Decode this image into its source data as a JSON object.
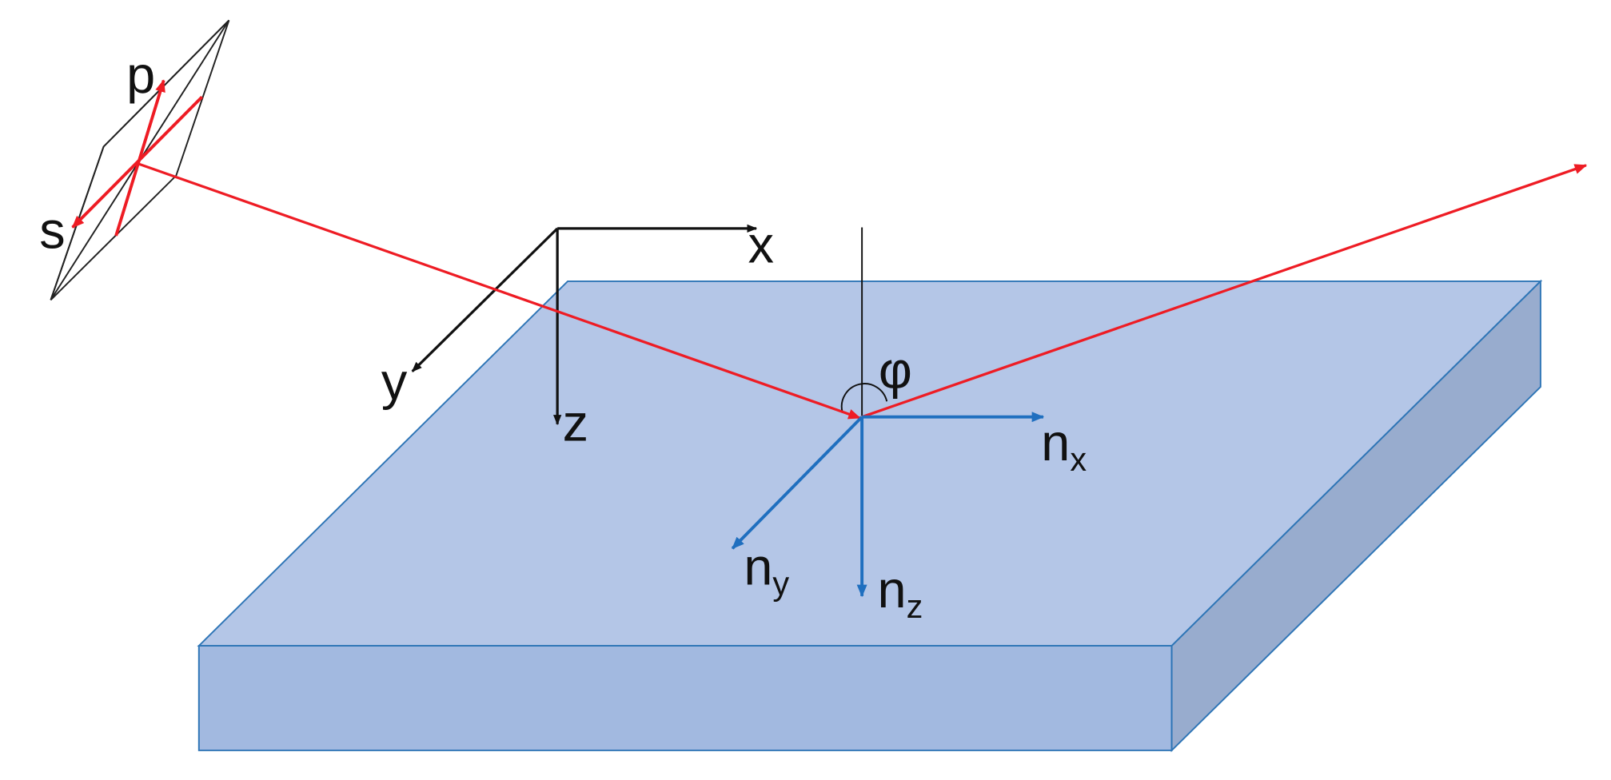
{
  "colors": {
    "slab_top": "#b4c6e7",
    "slab_front": "#a2b9e0",
    "slab_side": "#98acce",
    "slab_edge": "#2e75b6",
    "beam": "#ee1c24",
    "lab_axes": "#111111",
    "normal_axes": "#1f6fbf",
    "plane_outline": "#222222"
  },
  "labels": {
    "p": "p",
    "s": "s",
    "x": "x",
    "y": "y",
    "z": "z",
    "phi": "φ",
    "n": "n",
    "nx_sub": "x",
    "ny_sub": "y",
    "nz_sub": "z"
  }
}
